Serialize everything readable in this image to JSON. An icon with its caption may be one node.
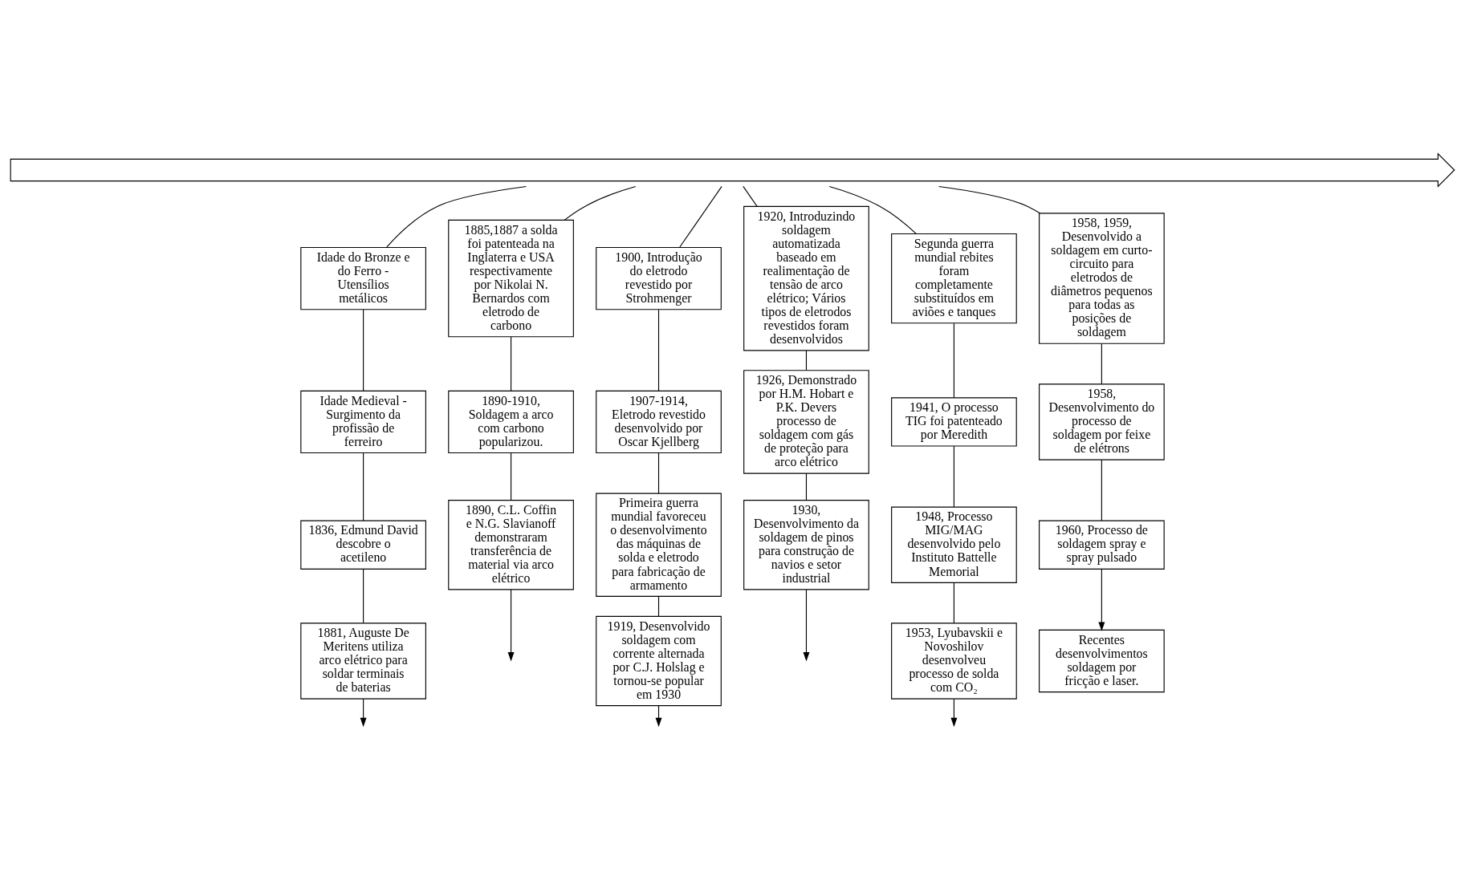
{
  "diagram": {
    "nodes": [
      {
        "text": [],
        "shape": "arrow"
      },
      {
        "text": [
          "Idade do Bronze e do Ferro - Utensílios metálicos"
        ]
      },
      {
        "text": [
          "Idade Medieval - Surgimento da profissão de ferreiro"
        ]
      },
      {
        "text": [
          "1836, Edmund David descobre o acetileno"
        ]
      },
      {
        "text": [
          "1881, Auguste De Meritens utiliza arco elétrico para soldar terminais de baterias"
        ]
      },
      {
        "text": [
          "1885,1887 a solda foi patenteada na Inglaterra e USA respectivamente por Nikolai N. Bernardos com eletrodo de carbono"
        ]
      },
      {
        "text": [
          "1890-1910, Soldagem a arco com carbono popularizou."
        ]
      },
      {
        "text": [
          "1890, C.L. Coffin e N.G. Slavianoff demonstraram transferência de material via arco elétrico"
        ]
      },
      {
        "text": [
          "1900, Introdução do eletrodo revestido por Strohmenger"
        ]
      },
      {
        "text": [
          "1907-1914, Eletrodo revestido desenvolvido por Oscar Kjellberg"
        ]
      },
      {
        "text": [
          "Primeira guerra mundial favoreceu o desenvolvimento das máquinas de solda e eletrodo para fabricação de armamento"
        ]
      },
      {
        "text": [
          "1919, Desenvolvido soldagem com corrente alternada por C.J. Holslag e tornou-se popular em 1930"
        ]
      },
      {
        "text": [
          "1920, Introduzindo soldagem automatizada baseado em realimentação de tensão de arco elétrico; Vários tipos de eletrodos revestidos foram desenvolvidos"
        ]
      },
      {
        "text": [
          "1926, Demonstrado por H.M. Hobart e P.K. Devers processo de soldagem com gás de proteção para arco elétrico"
        ]
      },
      {
        "text": [
          "1930, Desenvolvimento da soldagem de pinos para construção de navios e setor industrial"
        ]
      },
      {
        "text": [
          "Segunda guerra mundial rebites foram completamente substituídos em aviões e tanques"
        ]
      },
      {
        "text": [
          "1941, O processo TIG foi patenteado por Meredith"
        ]
      },
      {
        "text": [
          "1948, Processo MIG/MAG desenvolvido pelo Instituto Battelle Memorial"
        ]
      },
      {
        "text": [
          "1953, Lyubavskii e Novoshilov desenvolveu processo de solda com CO₂"
        ]
      },
      {
        "text": [
          "1958, 1959, Desenvolvido a soldagem em curto-circuito para eletrodos de diâmetros pequenos para todas as posições de soldagem"
        ]
      },
      {
        "text": [
          "1958, Desenvolvimento do processo de soldagem por feixe de elétrons"
        ]
      },
      {
        "text": [
          "1960, Processo de soldagem spray e spray pulsado"
        ]
      },
      {
        "text": [
          "Recentes desenvolvimentos soldagem por fricção e laser."
        ]
      }
    ],
    "edges": [
      {
        "from": 0,
        "to": 1,
        "arrow": "none"
      },
      {
        "from": 0,
        "to": 5,
        "arrow": "none"
      },
      {
        "from": 0,
        "to": 8,
        "arrow": "none"
      },
      {
        "from": 0,
        "to": 12,
        "arrow": "none"
      },
      {
        "from": 0,
        "to": 15,
        "arrow": "none"
      },
      {
        "from": 0,
        "to": 19,
        "arrow": "none"
      },
      {
        "from": 1,
        "to": 2,
        "arrow": "none"
      },
      {
        "from": 2,
        "to": 3,
        "arrow": "none"
      },
      {
        "from": 3,
        "to": 4,
        "arrow": "none"
      },
      {
        "from": 4,
        "to": null,
        "arrow": "to"
      },
      {
        "from": 5,
        "to": 6,
        "arrow": "none"
      },
      {
        "from": 6,
        "to": 7,
        "arrow": "none"
      },
      {
        "from": 7,
        "to": null,
        "arrow": "to"
      },
      {
        "from": 8,
        "to": 9,
        "arrow": "none"
      },
      {
        "from": 9,
        "to": 10,
        "arrow": "none"
      },
      {
        "from": 10,
        "to": 11,
        "arrow": "none"
      },
      {
        "from": 11,
        "to": null,
        "arrow": "to"
      },
      {
        "from": 12,
        "to": 13,
        "arrow": "none"
      },
      {
        "from": 13,
        "to": 14,
        "arrow": "none"
      },
      {
        "from": 14,
        "to": null,
        "arrow": "to"
      },
      {
        "from": 15,
        "to": 16,
        "arrow": "none"
      },
      {
        "from": 16,
        "to": 17,
        "arrow": "none"
      },
      {
        "from": 17,
        "to": 18,
        "arrow": "none"
      },
      {
        "from": 18,
        "to": null,
        "arrow": "to"
      },
      {
        "from": 19,
        "to": 20,
        "arrow": "none"
      },
      {
        "from": 20,
        "to": 21,
        "arrow": "none"
      },
      {
        "from": 21,
        "to": 22,
        "arrow": "to"
      }
    ]
  }
}
